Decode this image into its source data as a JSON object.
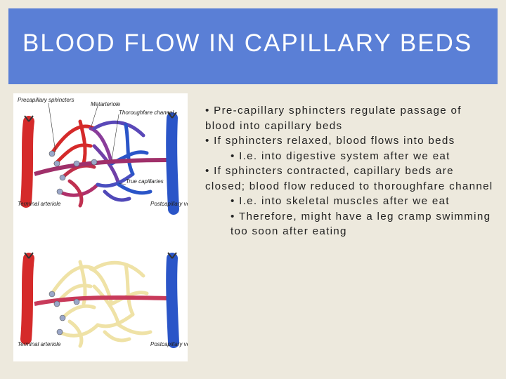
{
  "slide": {
    "title": "BLOOD FLOW IN CAPILLARY BEDS"
  },
  "figure": {
    "labels": {
      "precapillary": "Precapillary sphincters",
      "metarteriole": "Metarteriole",
      "thoroughfare": "Thoroughfare channel",
      "true_cap": "True capillaries",
      "terminal_arteriole": "Terminal arteriole",
      "postcap_venule": "Postcapillary venule",
      "terminal_arteriole_2": "Terminal arteriole",
      "postcap_venule_2": "Postcapillary venule"
    },
    "colors": {
      "artery": "#d52a2a",
      "vein": "#2a55c8",
      "closed": "#f5ebb4"
    }
  },
  "bullets": [
    {
      "text": "• Pre-capillary sphincters regulate passage of blood into capillary beds",
      "indent": false
    },
    {
      "text": "• If sphincters relaxed, blood flows into beds",
      "indent": false
    },
    {
      "text": "• I.e. into digestive system after we eat",
      "indent": true
    },
    {
      "text": "• If sphincters contracted, capillary beds are closed; blood flow reduced to thoroughfare channel",
      "indent": false
    },
    {
      "text": "• I.e. into skeletal muscles after we eat",
      "indent": true
    },
    {
      "text": "• Therefore, might have a leg cramp swimming too soon after eating",
      "indent": true
    }
  ]
}
